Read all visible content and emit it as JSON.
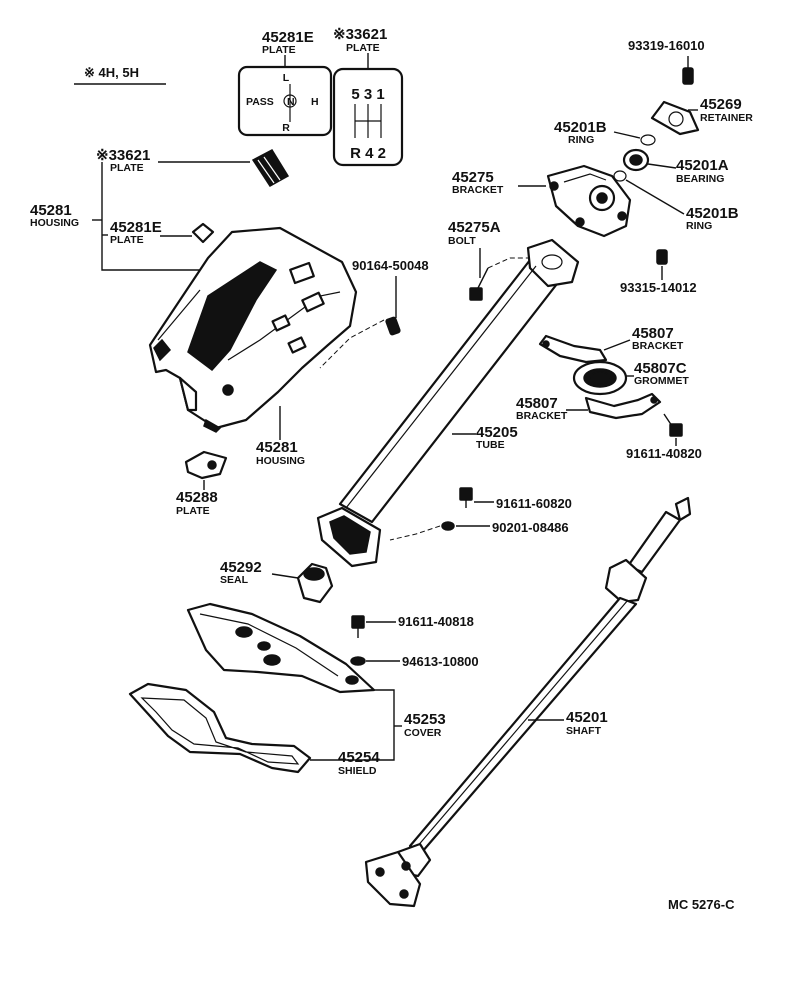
{
  "note": {
    "symbol": "※",
    "text": "4H, 5H"
  },
  "callouts": {
    "c45281e_top": {
      "num": "45281E",
      "name": "PLATE"
    },
    "c33621_top": {
      "star": "※",
      "num": "33621",
      "name": "PLATE"
    },
    "c93319": {
      "num": "93319-16010"
    },
    "c45269": {
      "num": "45269",
      "name": "RETAINER"
    },
    "c45201b_a": {
      "num": "45201B",
      "name": "RING"
    },
    "c45201a": {
      "num": "45201A",
      "name": "BEARING"
    },
    "c45275": {
      "num": "45275",
      "name": "BRACKET"
    },
    "c45201b_b": {
      "num": "45201B",
      "name": "RING"
    },
    "c33621_side": {
      "star": "※",
      "num": "33621",
      "name": "PLATE"
    },
    "c45281_left": {
      "num": "45281",
      "name": "HOUSING"
    },
    "c45281e_side": {
      "num": "45281E",
      "name": "PLATE"
    },
    "c45275a": {
      "num": "45275A",
      "name": "BOLT"
    },
    "c90164": {
      "num": "90164-50048"
    },
    "c93315": {
      "num": "93315-14012"
    },
    "c45807_a": {
      "num": "45807",
      "name": "BRACKET"
    },
    "c45807c": {
      "num": "45807C",
      "name": "GROMMET"
    },
    "c45807_b": {
      "num": "45807",
      "name": "BRACKET"
    },
    "c91611_40820": {
      "num": "91611-40820"
    },
    "c45205": {
      "num": "45205",
      "name": "TUBE"
    },
    "c45281_bottom": {
      "num": "45281",
      "name": "HOUSING"
    },
    "c45288": {
      "num": "45288",
      "name": "PLATE"
    },
    "c91611_60820": {
      "num": "91611-60820"
    },
    "c90201": {
      "num": "90201-08486"
    },
    "c45292": {
      "num": "45292",
      "name": "SEAL"
    },
    "c91611_40818": {
      "num": "91611-40818"
    },
    "c94613": {
      "num": "94613-10800"
    },
    "c45253": {
      "num": "45253",
      "name": "COVER"
    },
    "c45254": {
      "num": "45254",
      "name": "SHIELD"
    },
    "c45201": {
      "num": "45201",
      "name": "SHAFT"
    }
  },
  "plate_drawings": {
    "transfer": {
      "top": "L",
      "left": "PASS",
      "center": "N",
      "right": "H",
      "bottom": "R"
    },
    "shift": {
      "top_row": "5 3 1",
      "bottom_row": "R 4 2"
    }
  },
  "diagram_code": "MC 5276-C"
}
